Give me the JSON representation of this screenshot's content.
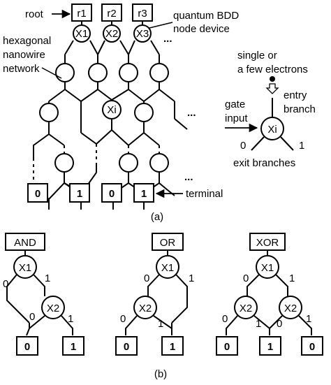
{
  "part_a": {
    "root_label": "root",
    "root_boxes": [
      "r1",
      "r2",
      "r3"
    ],
    "top_nodes": [
      "X1",
      "X2",
      "X3"
    ],
    "mid_node": "Xi",
    "device_label_1": "quantum BDD",
    "device_label_2": "node device",
    "network_label_1": "hexagonal",
    "network_label_2": "nanowire",
    "network_label_3": "network",
    "ellipsis": "...",
    "terminals": [
      "0",
      "1",
      "0",
      "1"
    ],
    "terminal_label": "terminal",
    "inset": {
      "electron_label_1": "single or",
      "electron_label_2": "a few electrons",
      "entry_label_1": "entry",
      "entry_label_2": "branch",
      "gate_label_1": "gate",
      "gate_label_2": "input",
      "node": "Xi",
      "exit_0": "0",
      "exit_1": "1",
      "exit_label": "exit branches"
    },
    "caption": "(a)"
  },
  "part_b": {
    "diagrams": [
      {
        "gate": "AND",
        "x1": "X1",
        "x2": "X2",
        "edge0": "0",
        "edge1": "1",
        "edge2_0": "0",
        "edge2_1": "1",
        "terminals": [
          "0",
          "1"
        ]
      },
      {
        "gate": "OR",
        "x1": "X1",
        "x2": "X2",
        "edge0": "0",
        "edge1": "1",
        "edge2_0": "0",
        "edge2_1": "1",
        "terminals": [
          "0",
          "1"
        ]
      },
      {
        "gate": "XOR",
        "x1": "X1",
        "x2": "X2",
        "edge0": "0",
        "edge1": "1",
        "edge2_0": "0",
        "edge2_1": "1",
        "edge3_0": "0",
        "edge3_1": "1",
        "terminals": [
          "0",
          "1",
          "0"
        ]
      }
    ],
    "caption": "(b)"
  }
}
